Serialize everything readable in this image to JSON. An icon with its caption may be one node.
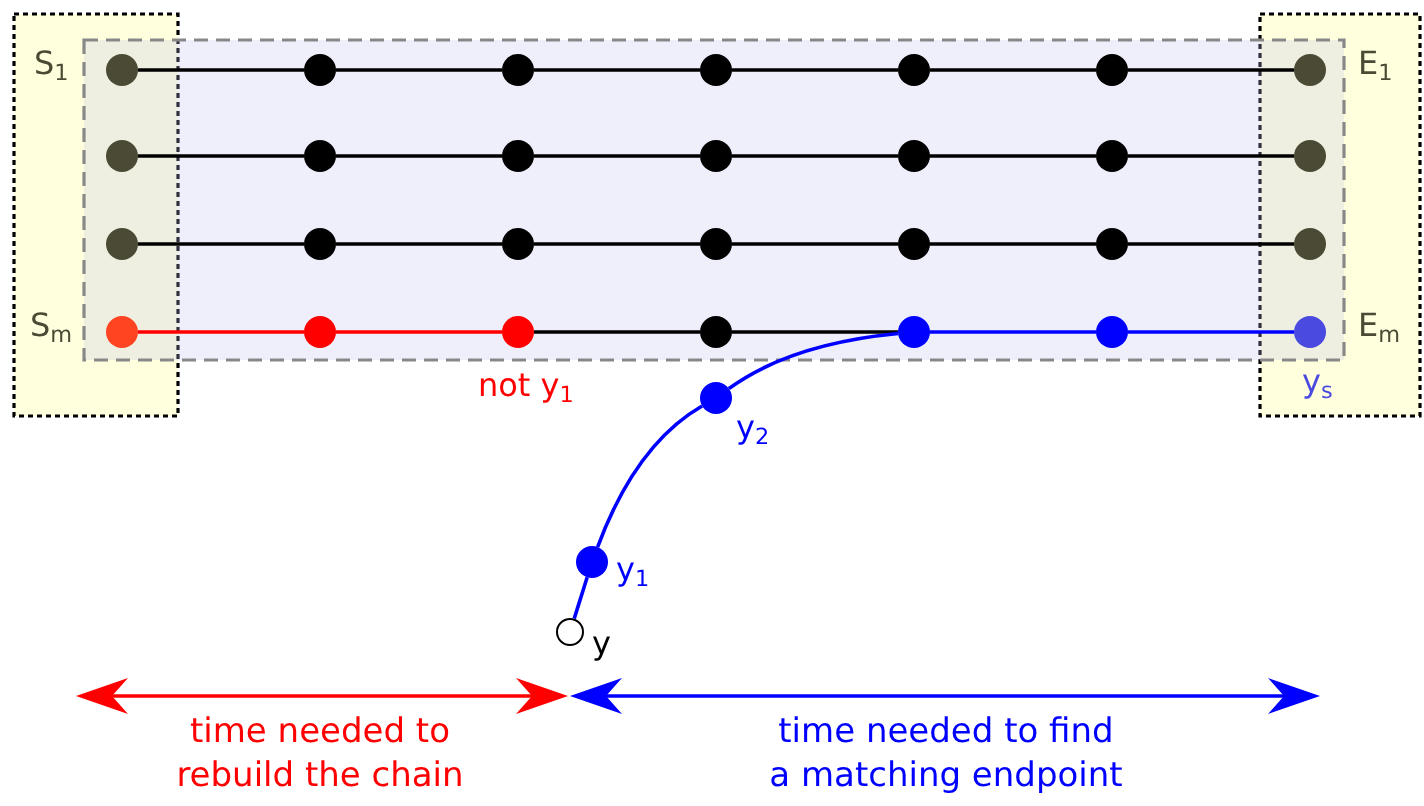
{
  "diagram": {
    "nodes": [
      {
        "text": [],
        "shape": "circle",
        "beside": [
          "S$_{1}$"
        ]
      },
      {
        "text": [],
        "shape": "circle"
      },
      {
        "text": [],
        "shape": "circle"
      },
      {
        "text": [],
        "shape": "circle"
      },
      {
        "text": [],
        "shape": "circle"
      },
      {
        "text": [],
        "shape": "circle"
      },
      {
        "text": [],
        "shape": "circle",
        "beside": [
          "E$_{1}$"
        ]
      },
      {
        "text": [],
        "shape": "circle"
      },
      {
        "text": [],
        "shape": "circle"
      },
      {
        "text": [],
        "shape": "circle"
      },
      {
        "text": [],
        "shape": "circle"
      },
      {
        "text": [],
        "shape": "circle"
      },
      {
        "text": [],
        "shape": "circle"
      },
      {
        "text": [],
        "shape": "circle"
      },
      {
        "text": [],
        "shape": "circle"
      },
      {
        "text": [],
        "shape": "circle"
      },
      {
        "text": [],
        "shape": "circle"
      },
      {
        "text": [],
        "shape": "circle"
      },
      {
        "text": [],
        "shape": "circle"
      },
      {
        "text": [],
        "shape": "circle"
      },
      {
        "text": [],
        "shape": "circle"
      },
      {
        "text": [],
        "shape": "circle",
        "beside": [
          "S$_{m}$"
        ]
      },
      {
        "text": [],
        "shape": "circle"
      },
      {
        "text": [],
        "shape": "circle",
        "beside": [
          "not y$_{1}$"
        ]
      },
      {
        "text": [],
        "shape": "circle"
      },
      {
        "text": [],
        "shape": "circle"
      },
      {
        "text": [],
        "shape": "circle"
      },
      {
        "text": [],
        "shape": "circle",
        "beside": [
          "E$_{m}$",
          "y$_{s}$"
        ]
      },
      {
        "text": [],
        "shape": "circle",
        "beside": [
          "y$_{2}$"
        ]
      },
      {
        "text": [],
        "shape": "circle",
        "beside": [
          "y$_{1}$"
        ]
      },
      {
        "text": [],
        "shape": "circle",
        "beside": [
          "y"
        ]
      }
    ],
    "edges": [
      {
        "from": 0,
        "to": 1,
        "arrow": "none"
      },
      {
        "from": 1,
        "to": 2,
        "arrow": "none"
      },
      {
        "from": 2,
        "to": 3,
        "arrow": "none"
      },
      {
        "from": 3,
        "to": 4,
        "arrow": "none"
      },
      {
        "from": 4,
        "to": 5,
        "arrow": "none"
      },
      {
        "from": 5,
        "to": 6,
        "arrow": "none"
      },
      {
        "from": 7,
        "to": 8,
        "arrow": "none"
      },
      {
        "from": 8,
        "to": 9,
        "arrow": "none"
      },
      {
        "from": 9,
        "to": 10,
        "arrow": "none"
      },
      {
        "from": 10,
        "to": 11,
        "arrow": "none"
      },
      {
        "from": 11,
        "to": 12,
        "arrow": "none"
      },
      {
        "from": 12,
        "to": 13,
        "arrow": "none"
      },
      {
        "from": 14,
        "to": 15,
        "arrow": "none"
      },
      {
        "from": 15,
        "to": 16,
        "arrow": "none"
      },
      {
        "from": 16,
        "to": 17,
        "arrow": "none"
      },
      {
        "from": 17,
        "to": 18,
        "arrow": "none"
      },
      {
        "from": 18,
        "to": 19,
        "arrow": "none"
      },
      {
        "from": 19,
        "to": 20,
        "arrow": "none"
      },
      {
        "from": 21,
        "to": 22,
        "arrow": "none",
        "color": "#ff0000"
      },
      {
        "from": 22,
        "to": 23,
        "arrow": "none",
        "color": "#ff0000"
      },
      {
        "from": 23,
        "to": 24,
        "arrow": "none"
      },
      {
        "from": 24,
        "to": 25,
        "arrow": "none"
      },
      {
        "from": 25,
        "to": 26,
        "arrow": "none",
        "color": "#0000ff"
      },
      {
        "from": 26,
        "to": 27,
        "arrow": "none",
        "color": "#0000ff"
      },
      {
        "from": 30,
        "to": 29,
        "arrow": "none",
        "color": "#0000ff"
      },
      {
        "from": 29,
        "to": 28,
        "arrow": "none",
        "color": "#0000ff"
      },
      {
        "from": 28,
        "to": 25,
        "arrow": "none",
        "color": "#0000ff"
      }
    ],
    "labels": [
      "time needed to rebuild the chain",
      "time needed to find a matching endpoint"
    ]
  }
}
